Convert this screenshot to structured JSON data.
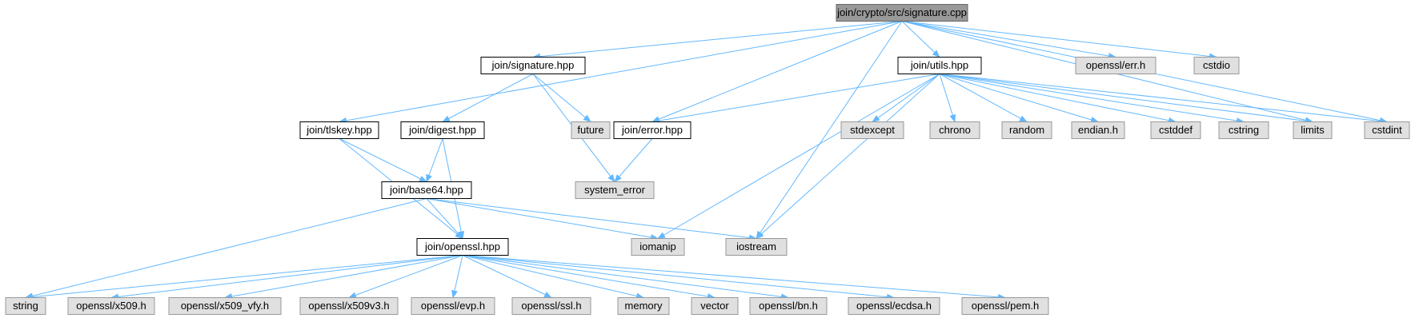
{
  "colors": {
    "edge": "#63b8ff",
    "root_fill": "#999999",
    "root_stroke": "#666666",
    "doc_fill": "#ffffff",
    "doc_stroke": "#000000",
    "system_fill": "#e0e0e0",
    "system_stroke": "#999999"
  },
  "nodes": [
    {
      "id": "root",
      "label": "join/crypto/src/signature.cpp",
      "kind": "root"
    },
    {
      "id": "signature_hpp",
      "label": "join/signature.hpp",
      "kind": "doc"
    },
    {
      "id": "utils_hpp",
      "label": "join/utils.hpp",
      "kind": "doc"
    },
    {
      "id": "tlskey_hpp",
      "label": "join/tlskey.hpp",
      "kind": "doc"
    },
    {
      "id": "digest_hpp",
      "label": "join/digest.hpp",
      "kind": "doc"
    },
    {
      "id": "error_hpp",
      "label": "join/error.hpp",
      "kind": "doc"
    },
    {
      "id": "base64_hpp",
      "label": "join/base64.hpp",
      "kind": "doc"
    },
    {
      "id": "openssl_hpp",
      "label": "join/openssl.hpp",
      "kind": "doc"
    },
    {
      "id": "err_h",
      "label": "openssl/err.h",
      "kind": "system"
    },
    {
      "id": "cstdio",
      "label": "cstdio",
      "kind": "system"
    },
    {
      "id": "future",
      "label": "future",
      "kind": "system"
    },
    {
      "id": "system_error",
      "label": "system_error",
      "kind": "system"
    },
    {
      "id": "stdexcept",
      "label": "stdexcept",
      "kind": "system"
    },
    {
      "id": "chrono",
      "label": "chrono",
      "kind": "system"
    },
    {
      "id": "random",
      "label": "random",
      "kind": "system"
    },
    {
      "id": "endian_h",
      "label": "endian.h",
      "kind": "system"
    },
    {
      "id": "cstddef",
      "label": "cstddef",
      "kind": "system"
    },
    {
      "id": "cstring",
      "label": "cstring",
      "kind": "system"
    },
    {
      "id": "limits",
      "label": "limits",
      "kind": "system"
    },
    {
      "id": "cstdint",
      "label": "cstdint",
      "kind": "system"
    },
    {
      "id": "iomanip",
      "label": "iomanip",
      "kind": "system"
    },
    {
      "id": "iostream",
      "label": "iostream",
      "kind": "system"
    },
    {
      "id": "string",
      "label": "string",
      "kind": "system"
    },
    {
      "id": "x509_h",
      "label": "openssl/x509.h",
      "kind": "system"
    },
    {
      "id": "x509_vfy_h",
      "label": "openssl/x509_vfy.h",
      "kind": "system"
    },
    {
      "id": "x509v3_h",
      "label": "openssl/x509v3.h",
      "kind": "system"
    },
    {
      "id": "evp_h",
      "label": "openssl/evp.h",
      "kind": "system"
    },
    {
      "id": "ssl_h",
      "label": "openssl/ssl.h",
      "kind": "system"
    },
    {
      "id": "memory",
      "label": "memory",
      "kind": "system"
    },
    {
      "id": "vector",
      "label": "vector",
      "kind": "system"
    },
    {
      "id": "bn_h",
      "label": "openssl/bn.h",
      "kind": "system"
    },
    {
      "id": "ecdsa_h",
      "label": "openssl/ecdsa.h",
      "kind": "system"
    },
    {
      "id": "pem_h",
      "label": "openssl/pem.h",
      "kind": "system"
    }
  ],
  "edges": [
    [
      "root",
      "signature_hpp"
    ],
    [
      "root",
      "tlskey_hpp"
    ],
    [
      "root",
      "error_hpp"
    ],
    [
      "root",
      "utils_hpp"
    ],
    [
      "root",
      "iostream"
    ],
    [
      "root",
      "err_h"
    ],
    [
      "root",
      "cstdio"
    ],
    [
      "root",
      "limits"
    ],
    [
      "root",
      "cstdint"
    ],
    [
      "signature_hpp",
      "digest_hpp"
    ],
    [
      "signature_hpp",
      "future"
    ],
    [
      "signature_hpp",
      "system_error"
    ],
    [
      "tlskey_hpp",
      "base64_hpp"
    ],
    [
      "tlskey_hpp",
      "openssl_hpp"
    ],
    [
      "digest_hpp",
      "base64_hpp"
    ],
    [
      "digest_hpp",
      "openssl_hpp"
    ],
    [
      "error_hpp",
      "system_error"
    ],
    [
      "utils_hpp",
      "error_hpp"
    ],
    [
      "utils_hpp",
      "stdexcept"
    ],
    [
      "utils_hpp",
      "chrono"
    ],
    [
      "utils_hpp",
      "random"
    ],
    [
      "utils_hpp",
      "endian_h"
    ],
    [
      "utils_hpp",
      "cstddef"
    ],
    [
      "utils_hpp",
      "cstring"
    ],
    [
      "utils_hpp",
      "limits"
    ],
    [
      "utils_hpp",
      "cstdint"
    ],
    [
      "utils_hpp",
      "iomanip"
    ],
    [
      "utils_hpp",
      "iostream"
    ],
    [
      "base64_hpp",
      "openssl_hpp"
    ],
    [
      "base64_hpp",
      "iomanip"
    ],
    [
      "base64_hpp",
      "iostream"
    ],
    [
      "base64_hpp",
      "string"
    ],
    [
      "openssl_hpp",
      "string"
    ],
    [
      "openssl_hpp",
      "x509_h"
    ],
    [
      "openssl_hpp",
      "x509_vfy_h"
    ],
    [
      "openssl_hpp",
      "x509v3_h"
    ],
    [
      "openssl_hpp",
      "evp_h"
    ],
    [
      "openssl_hpp",
      "ssl_h"
    ],
    [
      "openssl_hpp",
      "memory"
    ],
    [
      "openssl_hpp",
      "vector"
    ],
    [
      "openssl_hpp",
      "bn_h"
    ],
    [
      "openssl_hpp",
      "ecdsa_h"
    ],
    [
      "openssl_hpp",
      "pem_h"
    ]
  ]
}
